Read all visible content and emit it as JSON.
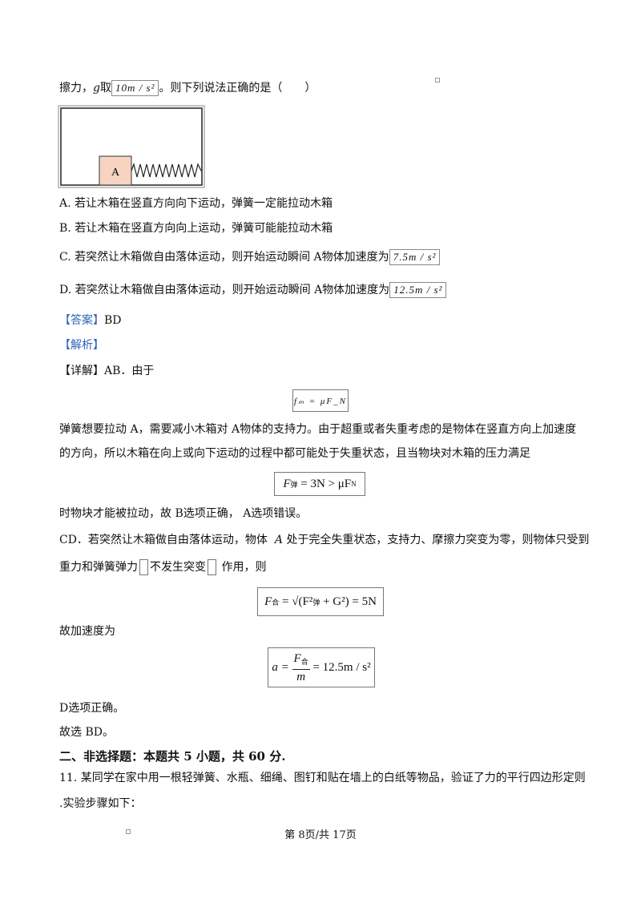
{
  "intro": {
    "text_a": "擦力，",
    "g": "g",
    "text_b": "取",
    "g_value": "10m / s²",
    "text_c": "。则下列说法正确的是（　　）"
  },
  "figure": {
    "block_label": "A"
  },
  "options": [
    {
      "text": "A.  若让木箱在竖直方向向下运动，弹簧一定能拉动木箱"
    },
    {
      "text": "B.  若让木箱在竖直方向向上运动，弹簧可能能拉动木箱"
    },
    {
      "text": "C.  若突然让木箱做自由落体运动，则开始运动瞬间  A物体加速度为",
      "value": "7.5m / s²"
    },
    {
      "text": "D.  若突然让木箱做自由落体运动，则开始运动瞬间  A物体加速度为",
      "value": "12.5m / s²"
    }
  ],
  "answer": {
    "label": "【答案】",
    "value": "BD"
  },
  "analysis_label": "【解析】",
  "detail": {
    "label": "【详解】",
    "text": "AB．由于"
  },
  "eq1": "fₘ = μF_N",
  "para1": [
    "弹簧想要拉动  A，需要减小木箱对  A物体的支持力。由于超重或者失重考虑的是物体在竖直方向上加速度",
    "的方向，所以木箱在向上或向下运动的过程中都可能处于失重状态，且当物块对木箱的压力满足"
  ],
  "eq2": {
    "lhs": "F",
    "sub": "弹",
    "rhs": "= 3N > μF",
    "sub2": "N"
  },
  "para2": "时物块才能被拉动，故  B选项正确，   A选项错误。",
  "para3_a": "CD．若突然让木箱做自由落体运动，物体",
  "para3_a_var": "A",
  "para3_b": "处于完全失重状态，支持力、摩擦力突变为零，则物体只受到",
  "para4_a": "重力和弹簧弹力",
  "para4_b": "不发生突变",
  "para4_c": "作用，则",
  "eq3": {
    "lhs": "F",
    "sub": "合",
    "mid": "= √(F²",
    "sub2": "弹",
    "rhs": "+ G²) = 5N"
  },
  "para5": "故加速度为",
  "eq4": {
    "num": "F",
    "sub": "合",
    "den": "m",
    "lhs": "a =",
    "rhs": "= 12.5m / s²"
  },
  "para6": "D选项正确。",
  "para7": "故选  BD。",
  "section": "二、非选择题：本题共  5 小题，共  60 分.",
  "q11": [
    "11.  某同学在家中用一根轻弹簧、水瓶、细绳、图钉和贴在墙上的白纸等物品，验证了力的平行四边形定则",
    ".实验步骤如下："
  ],
  "footer": "第  8页/共  17页"
}
